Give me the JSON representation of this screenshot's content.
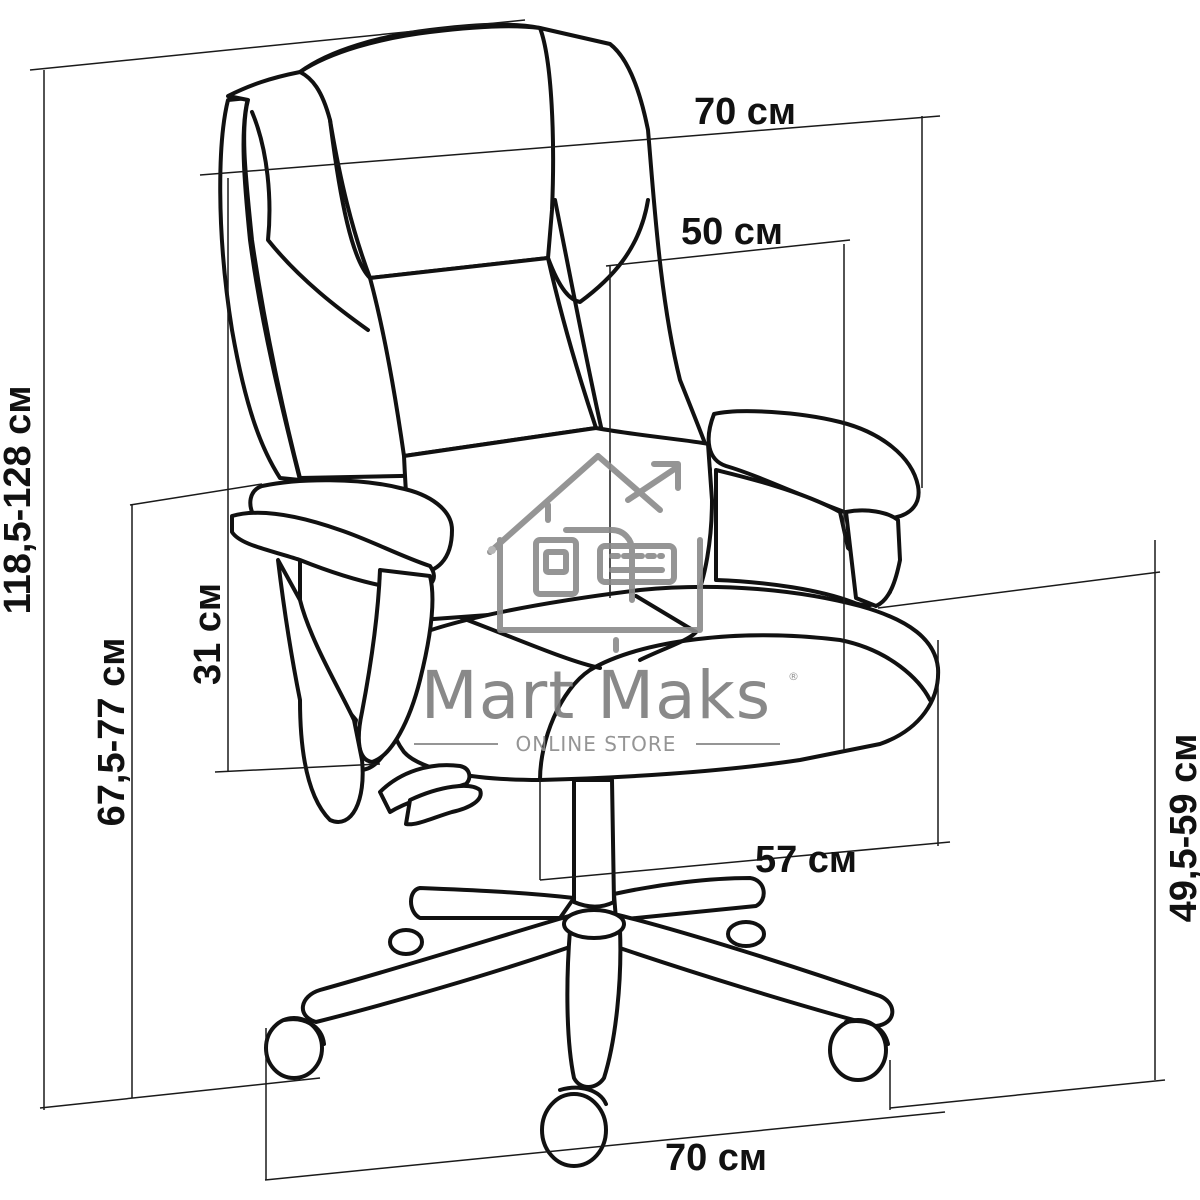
{
  "dimensions": {
    "total_height": "118,5-128 см",
    "armrest_height": "67,5-77 см",
    "seat_height": "49,5-59 см",
    "backrest_width": "70 см",
    "seat_width": "50 см",
    "armrest_to_seat": "31 см",
    "seat_depth": "57 см",
    "base_width": "70 см"
  },
  "watermark": {
    "brand": "Mart Maks",
    "tagline": "ONLINE STORE",
    "registered": "®"
  }
}
